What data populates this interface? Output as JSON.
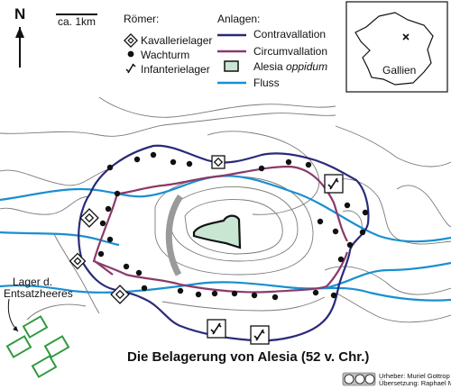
{
  "north": "N",
  "scale_label": "ca. 1km",
  "legend": {
    "roemer_heading": "Römer:",
    "kavallerielager": "Kavallerielager",
    "wachturm": "Wachturm",
    "infanterielager": "Infanterielager",
    "anlagen_heading": "Anlagen:",
    "contravallation": "Contravallation",
    "circumvallation": "Circumvallation",
    "alesia_prefix": "Alesia",
    "alesia_oppidum": "oppidum",
    "fluss": "Fluss"
  },
  "inset_label": "Gallien",
  "relief_army_label_line1": "Lager d.",
  "relief_army_label_line2": "Entsatzheeres",
  "title": "Die Belagerung von Alesia (52 v. Chr.)",
  "credit_author": "Urheber: Muriel Gottrop",
  "credit_translation": "Übersetzung: Raphael Michel",
  "colors": {
    "contravallation": "#2a2a7a",
    "circumvallation": "#8a3a6a",
    "river": "#1a8fd0",
    "oppidum_fill": "#c8e6d2",
    "relief_camp": "#2e9a3e",
    "contour": "#777777"
  }
}
